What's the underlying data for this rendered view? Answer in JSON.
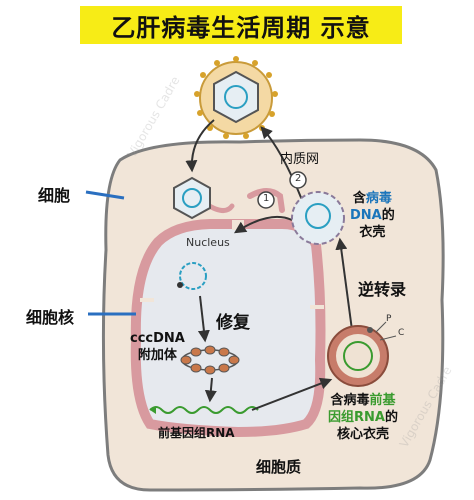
{
  "title": "乙肝病毒生活周期 示意",
  "labels": {
    "cell": "细胞",
    "nucleus_cn": "细胞核",
    "cytoplasm": "细胞质",
    "nucleus_en": "Nucleus",
    "er": "内质网",
    "repair": "修复",
    "cccdna_line1": "cccDNA",
    "cccdna_line2": "附加体",
    "pregenomic_rna": "前基因组RNA",
    "reverse_transcription": "逆转录",
    "step1": "1",
    "step2": "2",
    "p_label": "P",
    "c_label": "C"
  },
  "dna_capsid_label": {
    "part1": "含",
    "part2": "病毒",
    "part3": "DNA",
    "part4": "的",
    "part5": "衣壳"
  },
  "rna_capsid_label": {
    "part1": "含病毒",
    "part2": "前基",
    "part3": "因组RNA",
    "part4": "的",
    "part5": "核心衣壳"
  },
  "watermark": "Vigorous Cadre",
  "colors": {
    "title_bg": "#f7ec16",
    "cell_fill": "#f1e5d8",
    "cell_stroke": "#7d7d7d",
    "nucleus_fill": "#e6e9ee",
    "envelope": "#d89a9f",
    "highlight_blue": "#1b75bb",
    "highlight_green": "#3a9b2f",
    "pointer_blue": "#2a6fc0"
  }
}
